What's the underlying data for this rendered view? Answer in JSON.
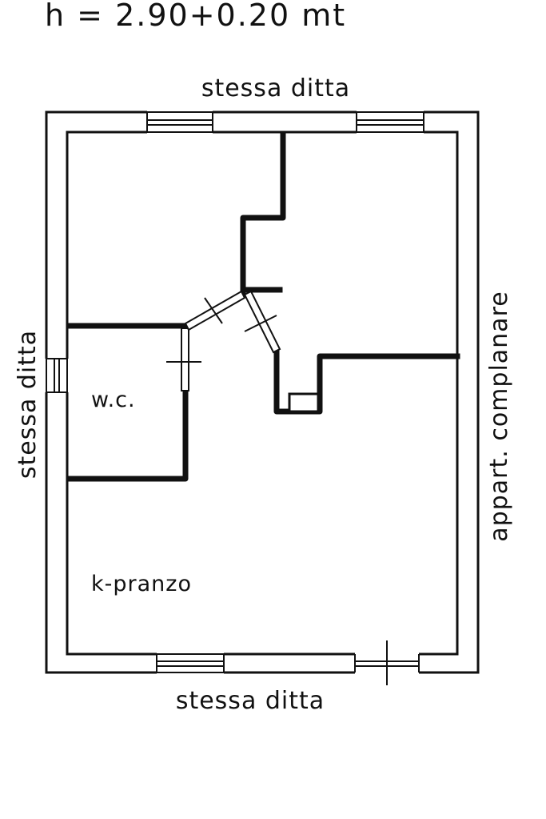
{
  "drawing": {
    "height_note": "h = 2.90+0.20 mt",
    "sides": {
      "top": "stessa ditta",
      "bottom": "stessa ditta",
      "left": "stessa ditta",
      "right": "appart. complanare"
    },
    "rooms": {
      "bathroom": "w.c.",
      "kitchen": "k-pranzo"
    },
    "colors": {
      "ink": "#111111",
      "paper": "#ffffff"
    }
  }
}
